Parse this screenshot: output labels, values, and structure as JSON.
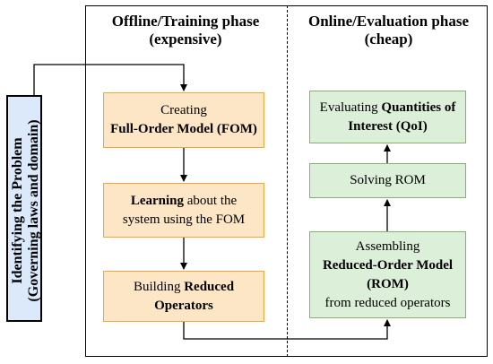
{
  "left_phase": {
    "title_line1": "Offline/Training phase",
    "title_line2": "(expensive)"
  },
  "right_phase": {
    "title_line1": "Online/Evaluation phase",
    "title_line2": "(cheap)"
  },
  "problem_box": {
    "line1": "Identifying the Problem",
    "line2": "(Governing laws and domain)"
  },
  "offline_boxes": {
    "fom": {
      "line1": "Creating",
      "line2": "Full-Order Model (FOM)"
    },
    "learning": {
      "line1_bold": "Learning",
      "line1_rest": " about the",
      "line2": "system using the FOM"
    },
    "reduced_ops": {
      "line1_plain": "Building ",
      "line1_bold": "Reduced",
      "line2": "Operators"
    }
  },
  "online_boxes": {
    "qoi": {
      "line1_plain": "Evaluating ",
      "line1_bold": "Quantities of",
      "line2": "Interest (QoI)"
    },
    "solving": {
      "line1": "Solving ROM"
    },
    "assembling": {
      "line1": "Assembling",
      "line2": "Reduced-Order Model",
      "line3": "(ROM)",
      "line4": "from reduced operators"
    }
  },
  "colors": {
    "offline_fill": "#fde6c6",
    "offline_border": "#f0a63a",
    "online_fill": "#dcefd8",
    "online_border": "#82b26c",
    "problem_fill": "#dbe9fb"
  }
}
